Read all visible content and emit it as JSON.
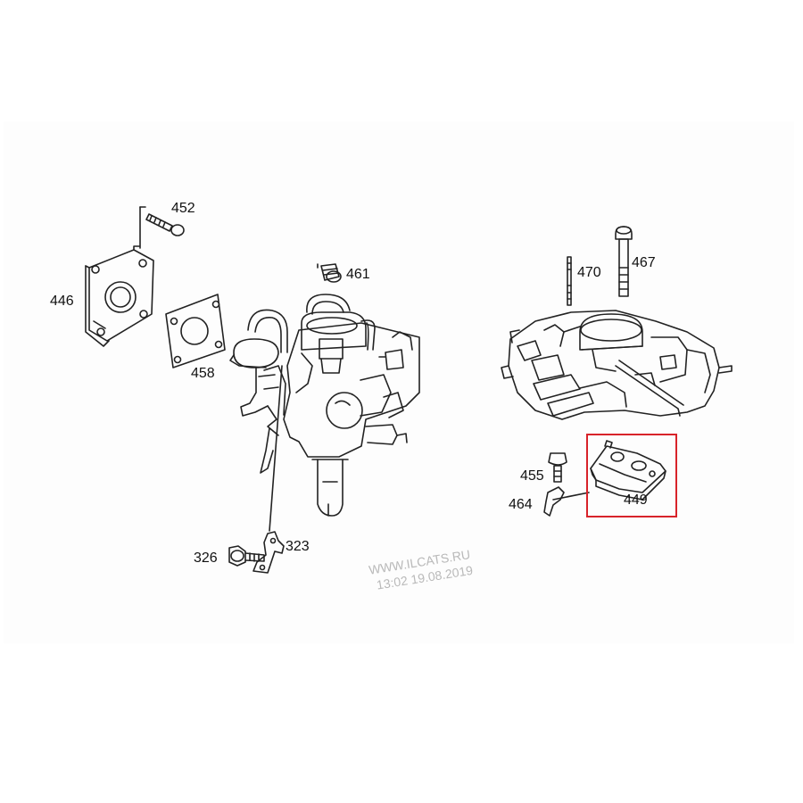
{
  "diagram": {
    "parts": [
      {
        "id": "p446",
        "label": "446"
      },
      {
        "id": "p452",
        "label": "452"
      },
      {
        "id": "p458",
        "label": "458"
      },
      {
        "id": "p461",
        "label": "461"
      },
      {
        "id": "p470",
        "label": "470"
      },
      {
        "id": "p467",
        "label": "467"
      },
      {
        "id": "p455",
        "label": "455"
      },
      {
        "id": "p464",
        "label": "464"
      },
      {
        "id": "p449",
        "label": "449"
      },
      {
        "id": "p326",
        "label": "326"
      },
      {
        "id": "p323",
        "label": "323"
      }
    ],
    "highlighted_part": "449",
    "highlight_color": "#d8232a"
  },
  "watermark": {
    "line1": "WWW.ILCATS.RU",
    "line2": "13:02 19.08.2019"
  }
}
